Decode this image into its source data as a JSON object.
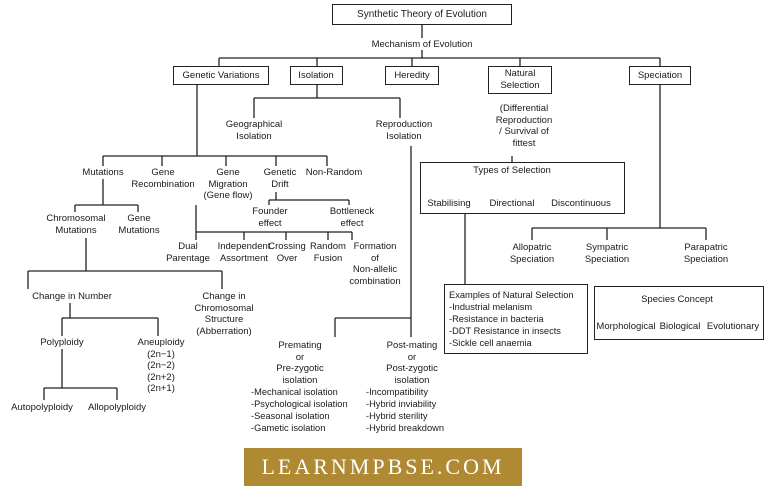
{
  "title": "Synthetic Theory of Evolution",
  "mechanism": "Mechanism of Evolution",
  "top_categories": {
    "genetic_variations": "Genetic Variations",
    "isolation": "Isolation",
    "heredity": "Heredity",
    "natural_selection": "Natural\nSelection",
    "speciation": "Speciation"
  },
  "natural_selection_note": "(Differential\nReproduction\n/ Survival of\nfittest",
  "isolation_types": {
    "geographical": "Geographical\nIsolation",
    "reproduction": "Reproduction\nIsolation"
  },
  "genetic_variation_sources": {
    "mutations": "Mutations",
    "gene_recombination": "Gene\nRecombination",
    "gene_migration": "Gene\nMigration\n(Gene flow)",
    "genetic_drift": "Genetic\nDrift",
    "non_random": "Non-Random"
  },
  "drift_effects": {
    "founder": "Founder\neffect",
    "bottleneck": "Bottleneck\neffect"
  },
  "recombination_types": {
    "dual_parentage": "Dual\nParentage",
    "independent_assortment": "Independent\nAssortment",
    "crossing_over": "Crossing\nOver",
    "random_fusion": "Random\nFusion",
    "non_allelic": "Formation\nof\nNon-allelic\ncombination"
  },
  "mutation_types": {
    "chromosomal": "Chromosomal\nMutations",
    "gene": "Gene\nMutations"
  },
  "chromosomal_changes": {
    "number": "Change in Number",
    "structure": "Change in\nChromosomal\nStructure\n(Abberration)"
  },
  "ploidy": {
    "polyploidy": "Polyploidy",
    "aneuploidy": "Aneuploidy\n(2n−1)\n(2n−2)\n(2n+2)\n(2n+1)",
    "auto": "Autopolyploidy",
    "allo": "Allopolyploidy"
  },
  "selection_types": {
    "header": "Types of Selection",
    "stabilising": "Stabilising",
    "directional": "Directional",
    "discontinuous": "Discontinuous"
  },
  "examples": {
    "header": "Examples of Natural Selection",
    "items": [
      "-Industrial melanism",
      "-Resistance in bacteria",
      "-DDT Resistance in insects",
      "-Sickle cell anaemia"
    ]
  },
  "speciation_types": {
    "allopatric": "Allopatric\nSpeciation",
    "sympatric": "Sympatric\nSpeciation",
    "parapatric": "Parapatric\nSpeciation"
  },
  "species_concept": {
    "header": "Species Concept",
    "morphological": "Morphological",
    "biological": "Biological",
    "evolutionary": "Evolutionary"
  },
  "premating": {
    "header": "Premating\nor\nPre-zygotic\nisolation",
    "items": [
      "-Mechanical isolation",
      "-Psychological isolation",
      "-Seasonal isolation",
      "-Gametic isolation"
    ]
  },
  "postmating": {
    "header": "Post-mating\nor\nPost-zygotic\nisolation",
    "items": [
      "-Incompatibility",
      "-Hybrid inviability",
      "-Hybrid sterility",
      "-Hybrid breakdown"
    ]
  },
  "footer": "LEARNMPBSE.COM"
}
